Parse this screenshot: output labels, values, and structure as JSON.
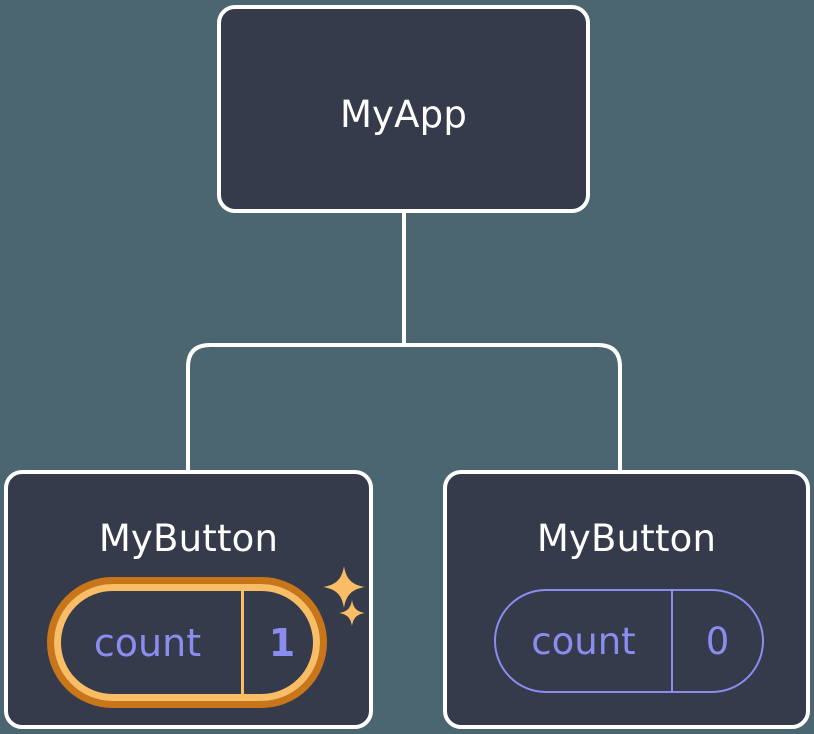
{
  "diagram": {
    "title": "MyApp component tree with local state",
    "background_color": "#4b6670",
    "card_fill": "#353b4a",
    "card_border": "#ffffff",
    "connector_color": "#ffffff",
    "accent_state_color": "#8b8cf0",
    "highlight_outer_color": "#c9761a",
    "highlight_inner_color": "#f9bd66"
  },
  "root": {
    "label": "MyApp"
  },
  "children": [
    {
      "label": "MyButton",
      "state": {
        "key": "count",
        "value": "1"
      },
      "highlighted": true,
      "sparkles": [
        {
          "name": "sparkle-large",
          "size": 44
        },
        {
          "name": "sparkle-small",
          "size": 26
        }
      ]
    },
    {
      "label": "MyButton",
      "state": {
        "key": "count",
        "value": "0"
      },
      "highlighted": false,
      "sparkles": []
    }
  ]
}
